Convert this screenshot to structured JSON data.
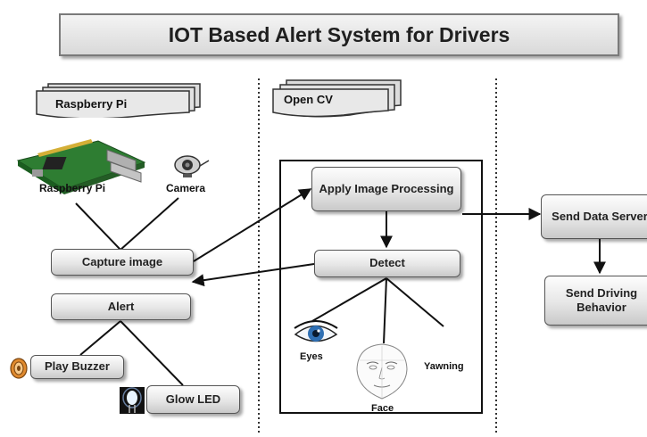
{
  "title": "IOT Based Alert System for Drivers",
  "sections": {
    "raspberry_pi": "Raspberry Pi",
    "open_cv": "Open CV"
  },
  "raspberry_board_label": "Raspberry Pi",
  "camera_label": "Camera",
  "nodes": {
    "capture_image": "Capture image",
    "alert": "Alert",
    "play_buzzer": "Play Buzzer",
    "glow_led": "Glow LED",
    "apply_image_processing": "Apply Image Processing",
    "detect": "Detect",
    "send_data_server": "Send Data Server",
    "send_driving_behavior": "Send Driving Behavior"
  },
  "detect_targets": {
    "eyes": "Eyes",
    "face": "Face",
    "yawning": "Yawning"
  }
}
